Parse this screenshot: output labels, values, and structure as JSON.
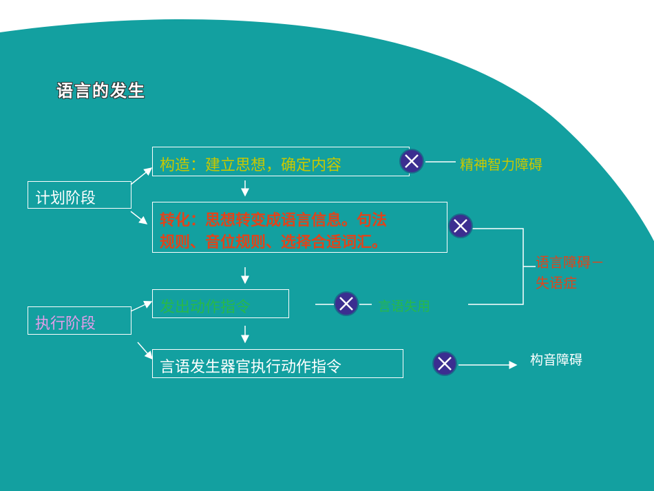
{
  "title": "语言的发生",
  "stages": {
    "planning": "计划阶段",
    "execution": "执行阶段"
  },
  "steps": {
    "construct": "构造：建立思想，确定内容",
    "transform_line1": "转化：思想转变成语言信息。句法",
    "transform_line2": "规则、音位规则、选择合适词汇。",
    "send": "发出动作指令",
    "organ": "言语发生器官执行动作指令"
  },
  "disorders": {
    "mental": "精神智力障碍",
    "aphasia_line1": "语言障碍－",
    "aphasia_line2": "失语症",
    "apraxia": "言语失用",
    "dysarthria": "构音障碍"
  },
  "colors": {
    "teal": "#13a0a0",
    "construct_text": "#c8c800",
    "transform_text": "#e0441a",
    "send_text": "#28b84a",
    "execution_text": "#e39ce8",
    "aphasia_text": "#e0441a",
    "cross_fill": "#3b2e90"
  }
}
